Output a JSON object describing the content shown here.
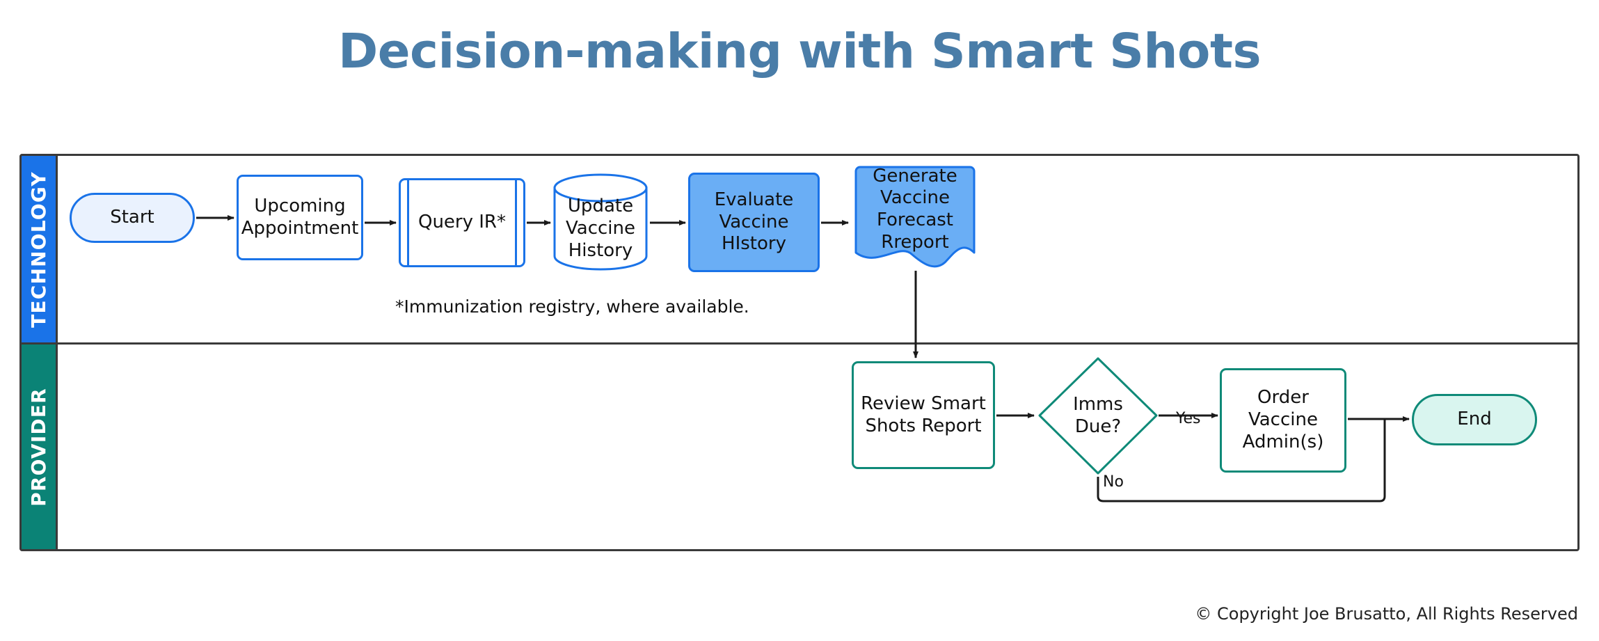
{
  "title": "Decision-making with Smart Shots",
  "colors": {
    "title": "#4a7da8",
    "technology_lane": "#1a73e8",
    "provider_lane": "#0b8376",
    "technology_border": "#1a73e8",
    "technology_fill": "#6aaef5",
    "technology_pill_fill": "#eaf2fe",
    "provider_border": "#0f8a78",
    "provider_pill_fill": "#d9f5ef",
    "frame_border": "#3a3a3a",
    "connector": "#1a1a1a"
  },
  "lanes": [
    {
      "id": "technology",
      "label": "TECHNOLOGY"
    },
    {
      "id": "provider",
      "label": "PROVIDER"
    }
  ],
  "technology_nodes": [
    {
      "id": "start",
      "label": "Start",
      "shape": "terminator"
    },
    {
      "id": "upcoming",
      "label": "Upcoming\nAppointment",
      "shape": "process"
    },
    {
      "id": "query-ir",
      "label": "Query IR*",
      "shape": "predefined-process"
    },
    {
      "id": "update-history",
      "label": "Update\nVaccine\nHistory",
      "shape": "database"
    },
    {
      "id": "evaluate-history",
      "label": "Evaluate\nVaccine\nHIstory",
      "shape": "process-filled"
    },
    {
      "id": "generate-report",
      "label": "Generate\nVaccine\nForecast\nRreport",
      "shape": "document"
    }
  ],
  "provider_nodes": [
    {
      "id": "review-report",
      "label": "Review Smart\nShots Report",
      "shape": "process"
    },
    {
      "id": "imms-due",
      "label": "Imms\nDue?",
      "shape": "decision"
    },
    {
      "id": "order-vaccine",
      "label": "Order\nVaccine\nAdmin(s)",
      "shape": "process"
    },
    {
      "id": "end",
      "label": "End",
      "shape": "terminator"
    }
  ],
  "edge_labels": {
    "yes": "Yes",
    "no": "No"
  },
  "footnote": "*Immunization registry, where available.",
  "copyright": "© Copyright Joe Brusatto, All Rights Reserved"
}
